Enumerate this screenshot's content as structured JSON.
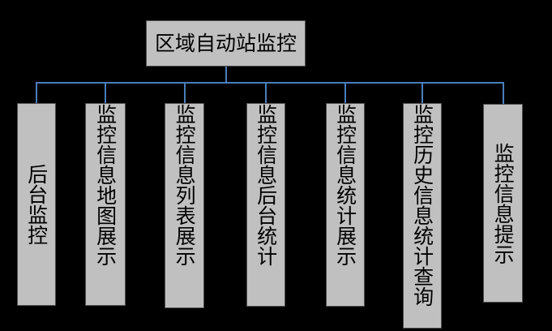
{
  "diagram": {
    "title": "区域自动站监控",
    "background_color": "#000000",
    "node_fill_color": "#c0c0c0",
    "node_border_color": "#4d4d4d",
    "connector_color": "#4a7ebb",
    "text_color": "#000000",
    "root": {
      "label": "区域自动站监控",
      "orientation": "horizontal"
    },
    "children": [
      {
        "label": "后台监控",
        "chars": 4,
        "orientation": "vertical"
      },
      {
        "label": "监控信息地图展示",
        "chars": 8,
        "orientation": "vertical"
      },
      {
        "label": "监控信息列表展示",
        "chars": 8,
        "orientation": "vertical"
      },
      {
        "label": "监控信息后台统计",
        "chars": 8,
        "orientation": "vertical"
      },
      {
        "label": "监控信息统计展示",
        "chars": 8,
        "orientation": "vertical"
      },
      {
        "label": "监控历史信息统计查询",
        "chars": 10,
        "orientation": "vertical"
      },
      {
        "label": "监控信息提示",
        "chars": 6,
        "orientation": "vertical"
      }
    ]
  }
}
